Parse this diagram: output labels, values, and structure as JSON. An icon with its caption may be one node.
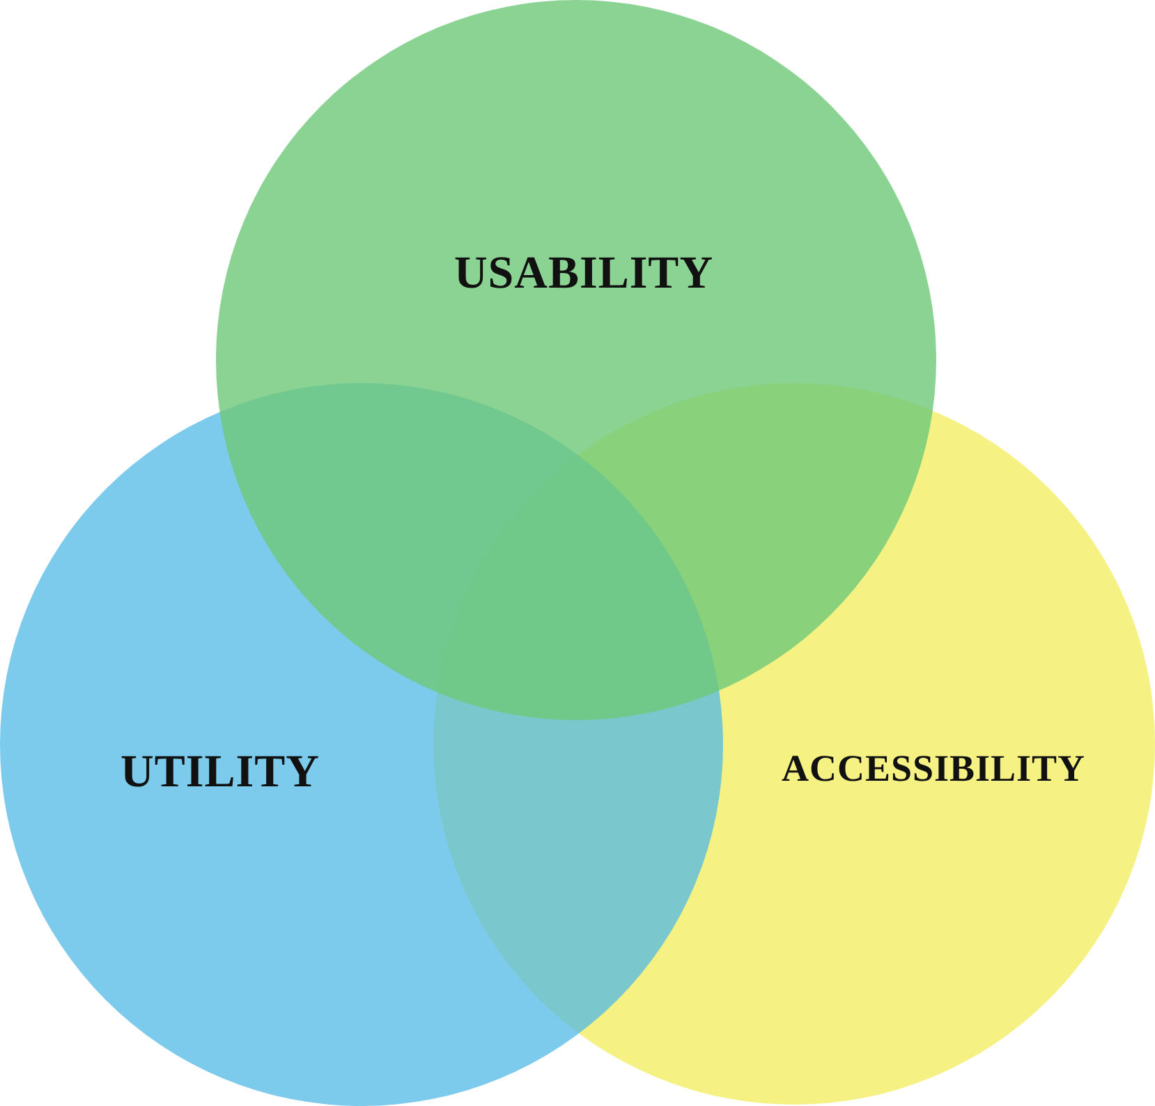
{
  "diagram": {
    "nodes": [
      {
        "text": [
          "USABILITY"
        ]
      },
      {
        "text": [
          "UTILITY"
        ]
      },
      {
        "text": [
          "ACCESSIBILITY"
        ]
      }
    ]
  }
}
